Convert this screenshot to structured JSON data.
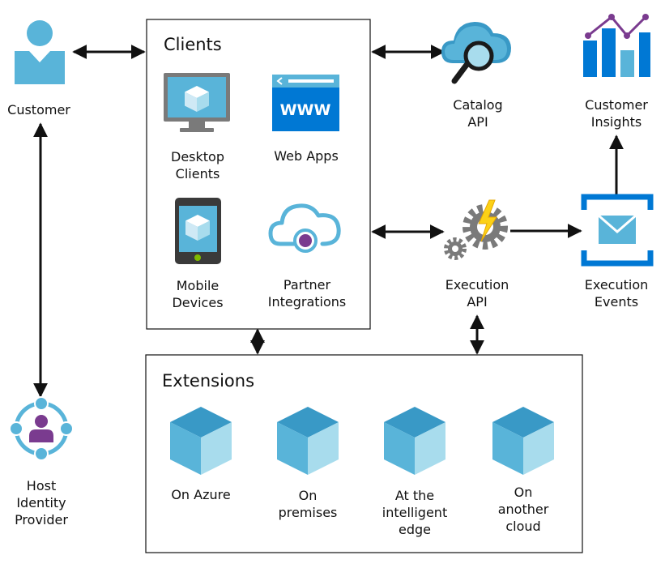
{
  "clients": {
    "title": "Clients",
    "desktop": "Desktop\nClients",
    "web": "Web Apps",
    "mobile": "Mobile\nDevices",
    "partner": "Partner\nIntegrations",
    "www_text": "WWW"
  },
  "customer": {
    "label": "Customer"
  },
  "host_identity": {
    "label": "Host\nIdentity\nProvider"
  },
  "catalog_api": {
    "label": "Catalog\nAPI"
  },
  "customer_insights": {
    "label": "Customer\nInsights"
  },
  "execution_api": {
    "label": "Execution\nAPI"
  },
  "execution_events": {
    "label": "Execution\nEvents"
  },
  "extensions": {
    "title": "Extensions",
    "items": [
      "On Azure",
      "On\npremises",
      "At the\nintelligent\nedge",
      "On\nanother\ncloud"
    ]
  },
  "colors": {
    "azure_blue": "#0078d4",
    "light_blue": "#59b4d9",
    "cube_top": "#3999c6",
    "cube_left": "#59b4d9",
    "cube_right": "#a8dced",
    "purple": "#7a3b8f",
    "bolt": "#fcd116",
    "gray": "#7a7a7a",
    "line": "#111111"
  }
}
